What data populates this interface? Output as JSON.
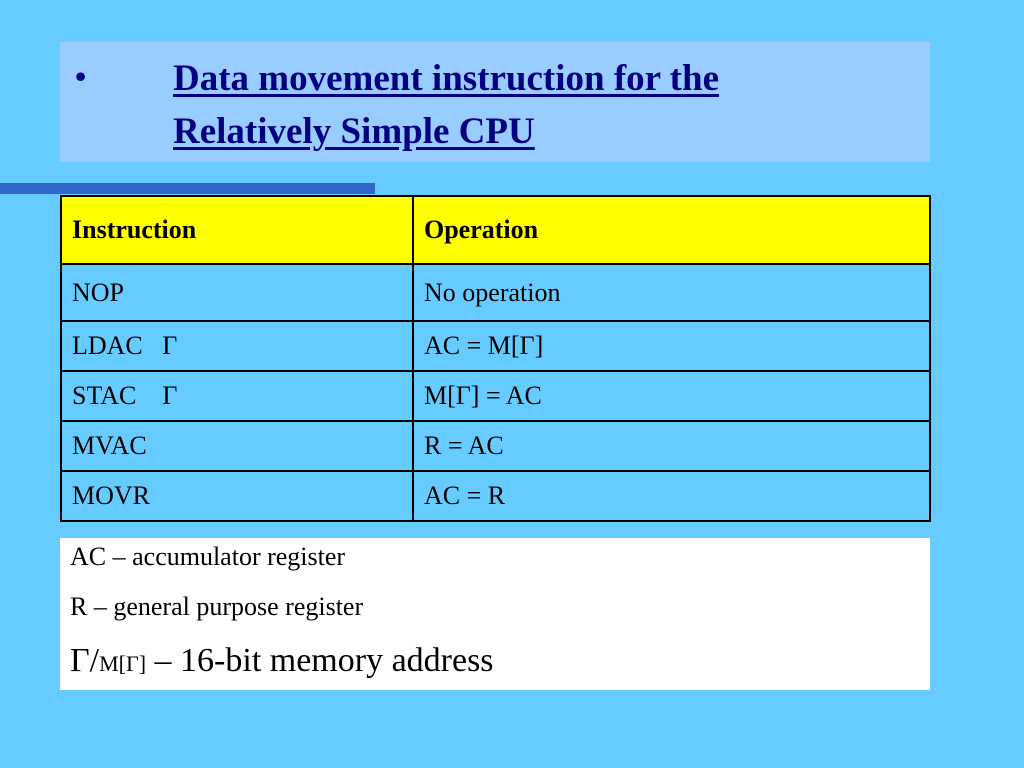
{
  "slide": {
    "bullet": "•",
    "title_line1": "Data movement instruction for the",
    "title_line2": "Relatively Simple CPU"
  },
  "table": {
    "headers": [
      "Instruction",
      "Operation"
    ],
    "rows": [
      [
        "NOP",
        "No operation"
      ],
      [
        "LDAC   Γ",
        "AC = M[Γ]"
      ],
      [
        "STAC    Γ",
        "M[Γ] = AC"
      ],
      [
        "MVAC",
        "R = AC"
      ],
      [
        "MOVR",
        "AC = R"
      ]
    ]
  },
  "legend": {
    "line1": "AC – accumulator register",
    "line2": "R – general purpose register",
    "line3_symbol": "Γ/",
    "line3_small": "M[Γ]",
    "line3_rest": " – 16-bit memory address"
  },
  "colors": {
    "background": "#66ccff",
    "title_box": "#99ccff",
    "title_text": "#000080",
    "accent_bar": "#3366cc",
    "header_fill": "#ffff00",
    "legend_fill": "#ffffff"
  }
}
